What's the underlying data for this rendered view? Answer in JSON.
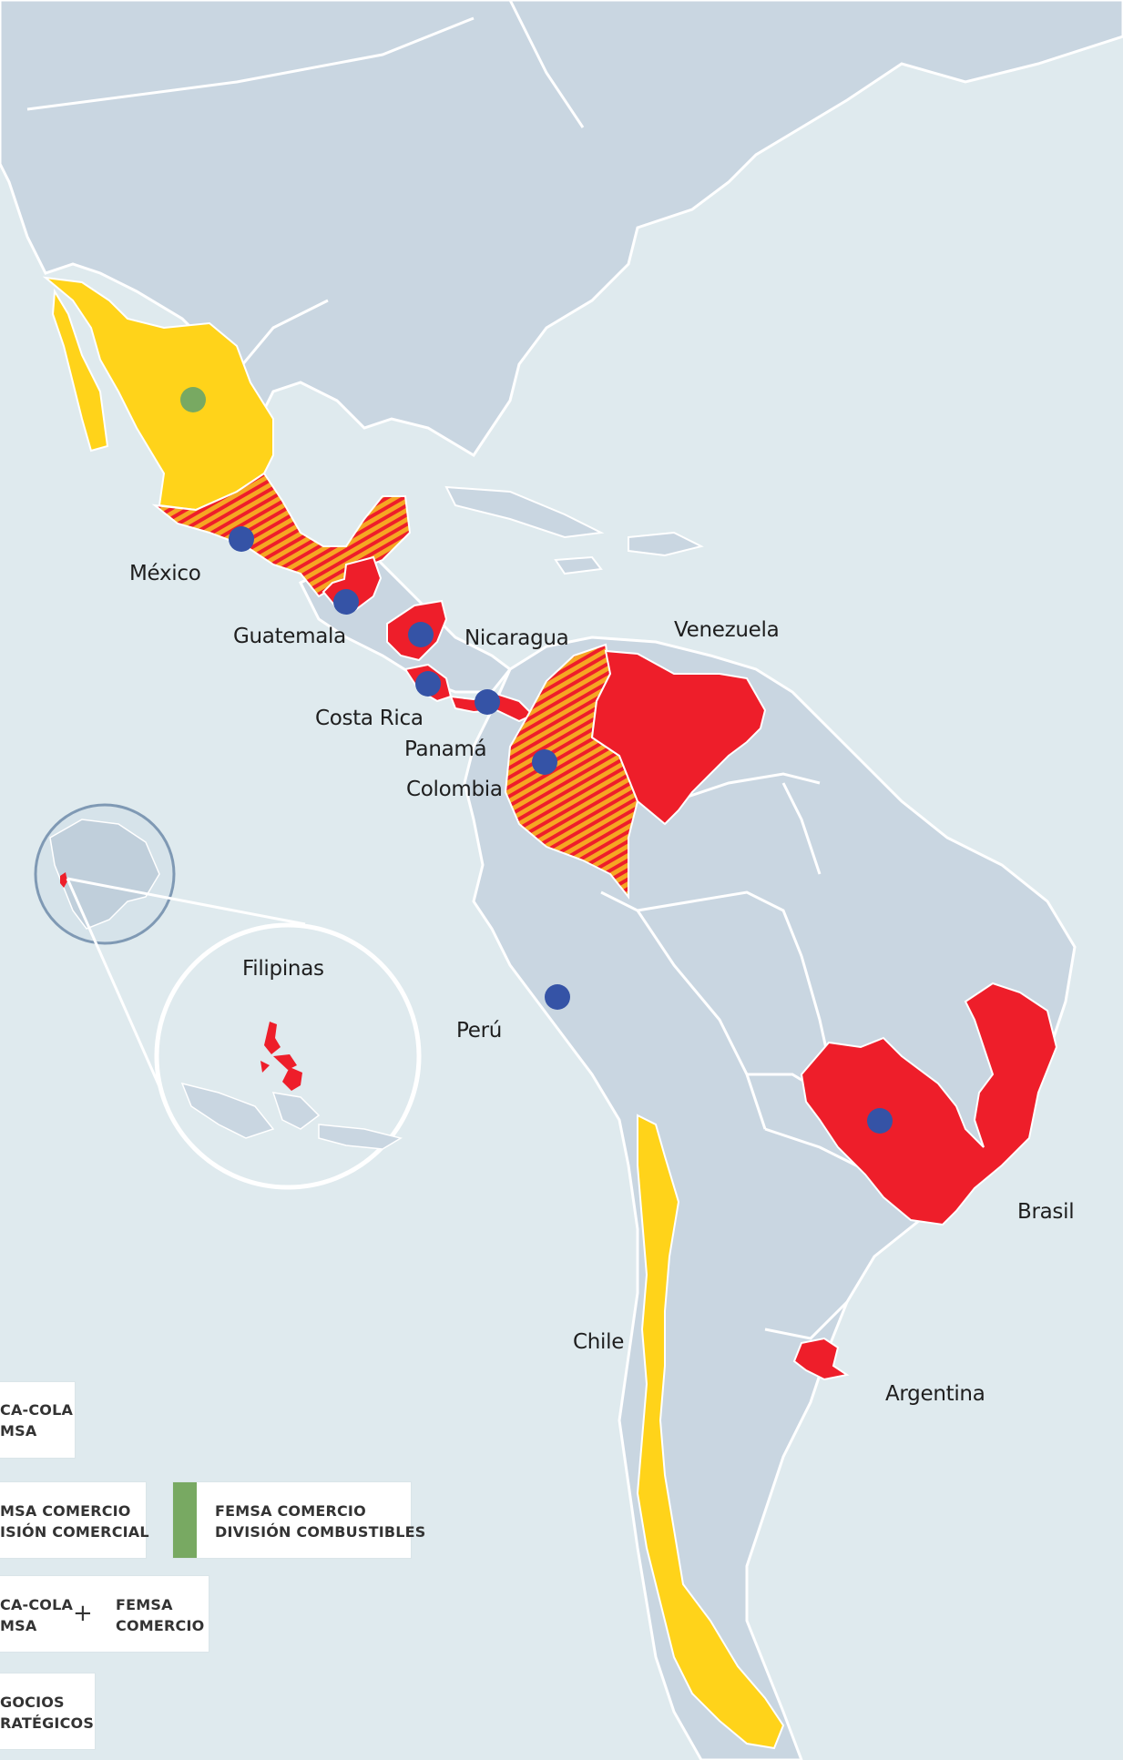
{
  "colors": {
    "ocean": "#dfeaee",
    "land": "#c9d6e1",
    "border": "#ffffff",
    "coca_cola_femsa": "#ffd31a",
    "femsa_comercio_comercial": "#ee1e2a",
    "femsa_comercio_combustibles": "#78a962",
    "negocios_estrategicos": "#3553a6",
    "inset_circle": "#ffffff",
    "globe_circle": "#7f99b4"
  },
  "countries": [
    {
      "key": "mexico",
      "label": "México"
    },
    {
      "key": "guatemala",
      "label": "Guatemala"
    },
    {
      "key": "nicaragua",
      "label": "Nicaragua"
    },
    {
      "key": "costa_rica",
      "label": "Costa Rica"
    },
    {
      "key": "panama",
      "label": "Panamá"
    },
    {
      "key": "colombia",
      "label": "Colombia"
    },
    {
      "key": "venezuela",
      "label": "Venezuela"
    },
    {
      "key": "peru",
      "label": "Perú"
    },
    {
      "key": "brasil",
      "label": "Brasil"
    },
    {
      "key": "chile",
      "label": "Chile"
    },
    {
      "key": "argentina",
      "label": "Argentina"
    },
    {
      "key": "filipinas",
      "label": "Filipinas"
    }
  ],
  "legend": {
    "coca_cola_femsa": {
      "line1": "CA-COLA",
      "line2": "MSA"
    },
    "femsa_comercio_comercial": {
      "line1": "MSA COMERCIO",
      "line2": "ISIÓN COMERCIAL"
    },
    "femsa_comercio_combustibles": {
      "line1": "FEMSA COMERCIO",
      "line2": "DIVISIÓN COMBUSTIBLES"
    },
    "combined": {
      "a_line1": "CA-COLA",
      "a_line2": "MSA",
      "plus": "+",
      "b_line1": "FEMSA",
      "b_line2": "COMERCIO"
    },
    "negocios_estrategicos": {
      "line1": "GOCIOS",
      "line2": "RATÉGICOS"
    }
  }
}
